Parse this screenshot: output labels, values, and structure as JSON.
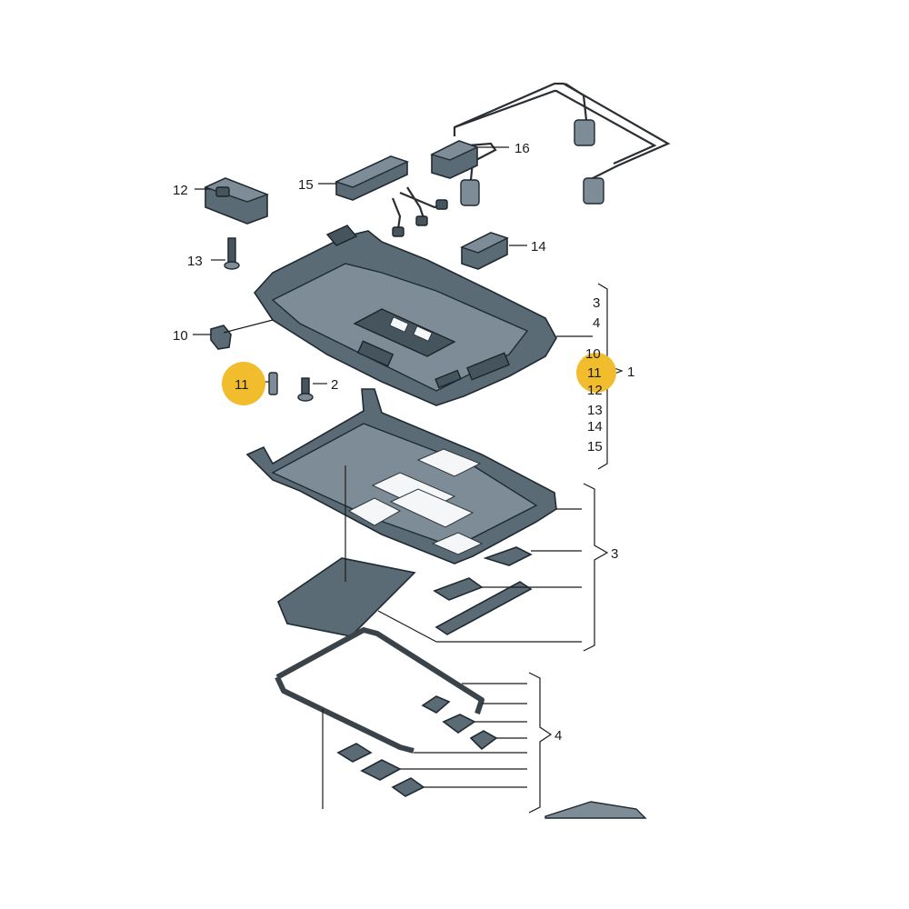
{
  "callouts": {
    "c2": "2",
    "c10": "10",
    "c11": "11",
    "c12": "12",
    "c13": "13",
    "c14": "14",
    "c15": "15",
    "c16": "16",
    "g3_label": "3",
    "g4_label": "4"
  },
  "group1": {
    "label": "1",
    "items": [
      "3",
      "4",
      "10",
      "11",
      "12",
      "13",
      "14",
      "15"
    ]
  },
  "highlight_color": "#f2bd2c",
  "highlighted_part": "11"
}
